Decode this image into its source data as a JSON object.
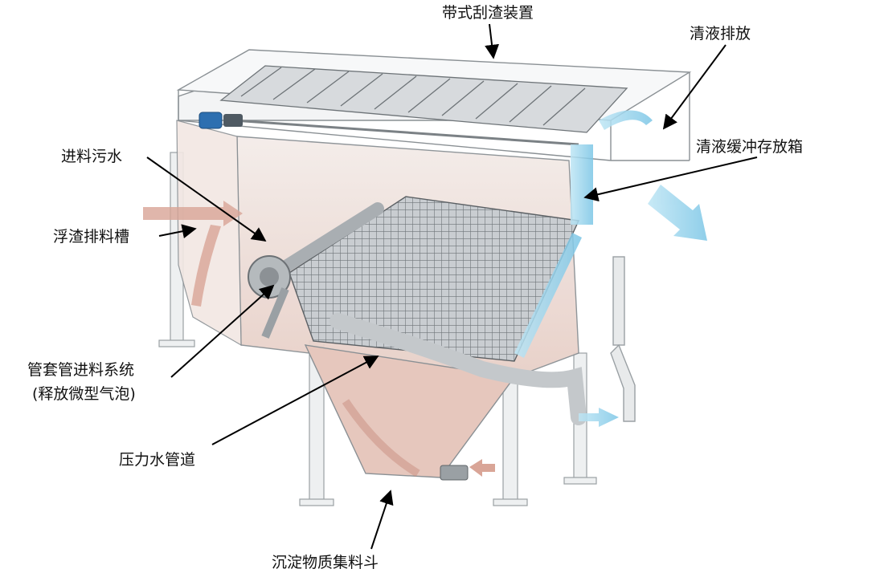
{
  "labels": {
    "belt_scraper": "带式刮渣装置",
    "clear_discharge": "清液排放",
    "clear_buffer_box": "清液缓冲存放箱",
    "feed_wastewater": "进料污水",
    "scum_trough": "浮渣排料槽",
    "pipe_feed_system_1": "管套管进料系统",
    "pipe_feed_system_2": "(释放微型气泡)",
    "pressure_water_pipe": "压力水管道",
    "sediment_hopper": "沉淀物质集料斗"
  },
  "colors": {
    "frame_line": "#8a9094",
    "tank_fill": "#f1e6e2",
    "sludge_pink": "#d9a597",
    "clear_water_blue": "#8fcfe8",
    "motor_blue": "#2d6fb0",
    "arrow": "#000000"
  }
}
